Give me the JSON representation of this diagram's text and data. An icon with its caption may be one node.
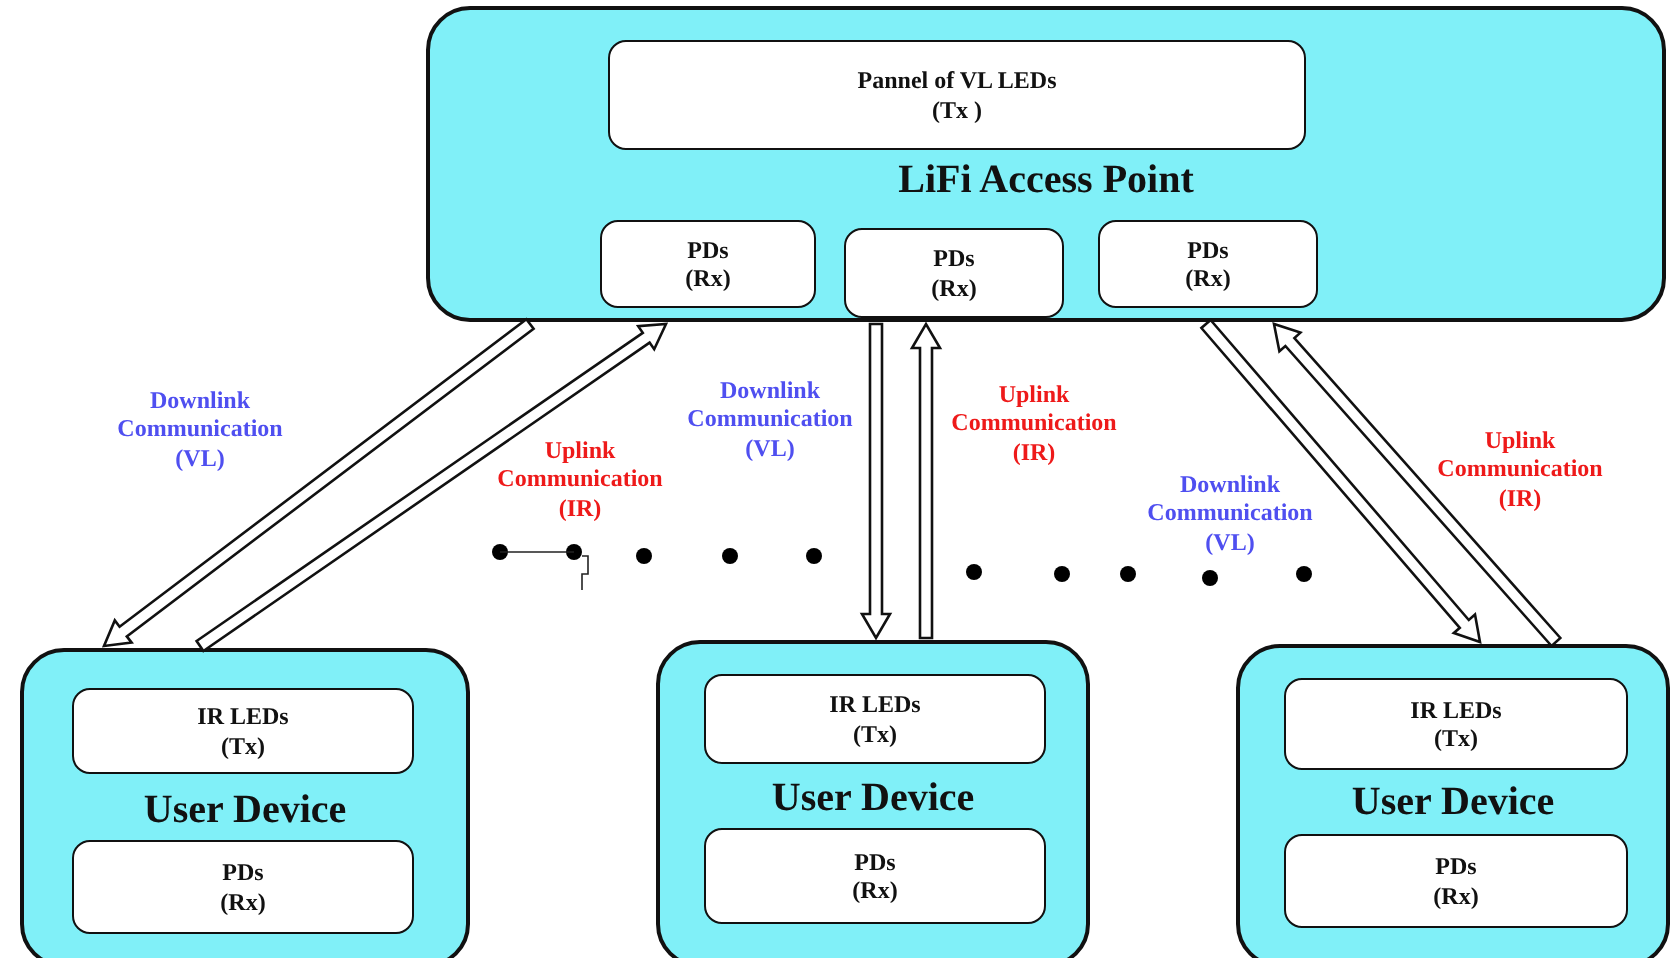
{
  "diagram": {
    "nodes": [
      {
        "text": [
          "LiFi Access Point"
        ]
      },
      {
        "text": [
          "Pannel of VL LEDs (Tx )"
        ],
        "in": 0
      },
      {
        "text": [
          "PDs (Rx)"
        ],
        "in": 0
      },
      {
        "text": [
          "PDs (Rx)"
        ],
        "in": 0
      },
      {
        "text": [
          "PDs (Rx)"
        ],
        "in": 0
      },
      {
        "text": [
          "User Device"
        ]
      },
      {
        "text": [
          "IR LEDs (Tx)"
        ],
        "in": 5
      },
      {
        "text": [
          "PDs (Rx)"
        ],
        "in": 5
      },
      {
        "text": [
          "User Device"
        ]
      },
      {
        "text": [
          "IR LEDs (Tx)"
        ],
        "in": 8
      },
      {
        "text": [
          "PDs (Rx)"
        ],
        "in": 8
      },
      {
        "text": [
          "User Device"
        ]
      },
      {
        "text": [
          "IR LEDs (Tx)"
        ],
        "in": 11
      },
      {
        "text": [
          "PDs (Rx)"
        ],
        "in": 11
      }
    ],
    "edges": [
      {
        "from": 0,
        "to": 5,
        "arrow": "to",
        "label": "Downlink Communication (VL)"
      },
      {
        "from": 5,
        "to": 0,
        "arrow": "to",
        "label": "Uplink Communication (IR)"
      },
      {
        "from": 0,
        "to": 8,
        "arrow": "to",
        "label": "Downlink Communication (VL)"
      },
      {
        "from": 8,
        "to": 0,
        "arrow": "to",
        "label": "Uplink Communication (IR)"
      },
      {
        "from": 0,
        "to": 11,
        "arrow": "to",
        "label": "Downlink Communication (VL)"
      },
      {
        "from": 11,
        "to": 0,
        "arrow": "to",
        "label": "Uplink Communication (IR)"
      }
    ]
  }
}
